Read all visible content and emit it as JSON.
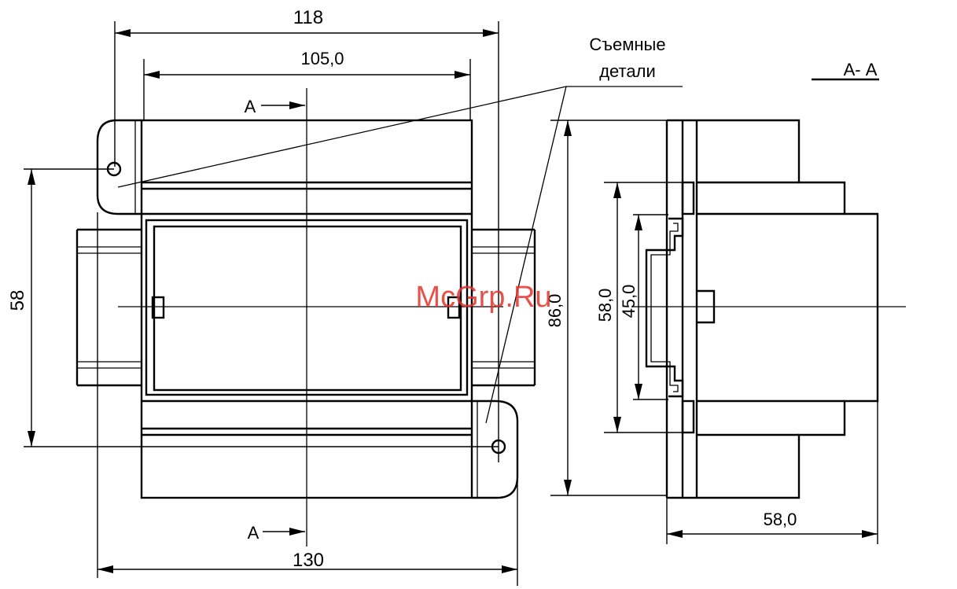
{
  "dimensions": {
    "top_width": "118",
    "inner_width": "105,0",
    "bottom_width": "130",
    "left_height": "58",
    "total_height": "86,0",
    "section_height": "58,0",
    "rail_height": "45,0",
    "depth": "58,0"
  },
  "labels": {
    "removable_line1": "Съемные",
    "removable_line2": "детали",
    "section_mark_top": "А",
    "section_mark_bottom": "А",
    "section_title": "А- А"
  },
  "watermark": "McGrp.Ru"
}
